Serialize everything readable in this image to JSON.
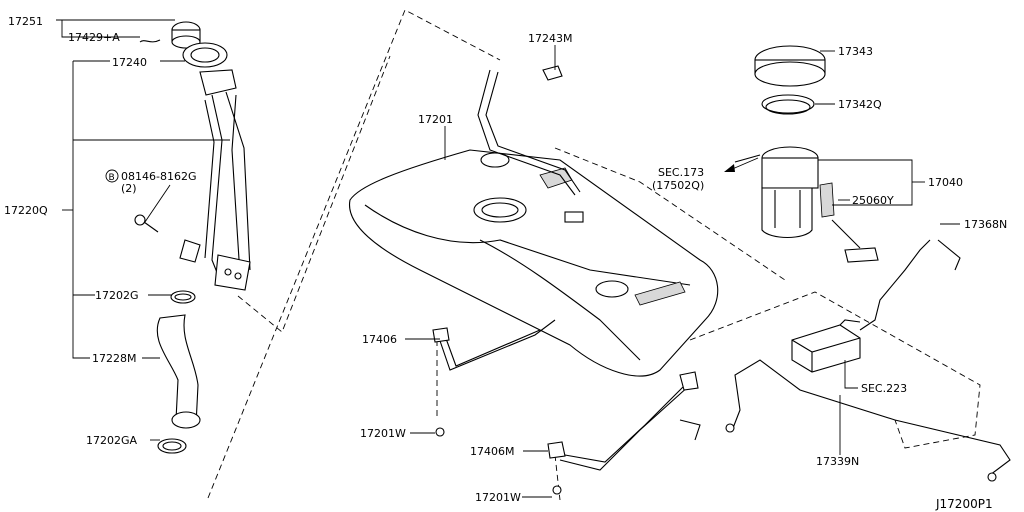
{
  "diagram_id": "J17200P1",
  "labels": {
    "p17251": "17251",
    "p17429a": "17429+A",
    "p17240": "17240",
    "p17220q": "17220Q",
    "bolt_code": "08146-8162G",
    "bolt_qty": "(2)",
    "bolt_badge": "B",
    "p17202g": "17202G",
    "p17228m": "17228M",
    "p17202ga": "17202GA",
    "p17243m": "17243M",
    "p17201": "17201",
    "p17406": "17406",
    "p17201w_a": "17201W",
    "p17406m": "17406M",
    "p17201w_b": "17201W",
    "p17343": "17343",
    "p17342q": "17342Q",
    "p17040": "17040",
    "sec173": "SEC.173",
    "sec173_ref": "(17502Q)",
    "p25060y": "25060Y",
    "p17368n": "17368N",
    "sec223": "SEC.223",
    "p17339n": "17339N"
  }
}
